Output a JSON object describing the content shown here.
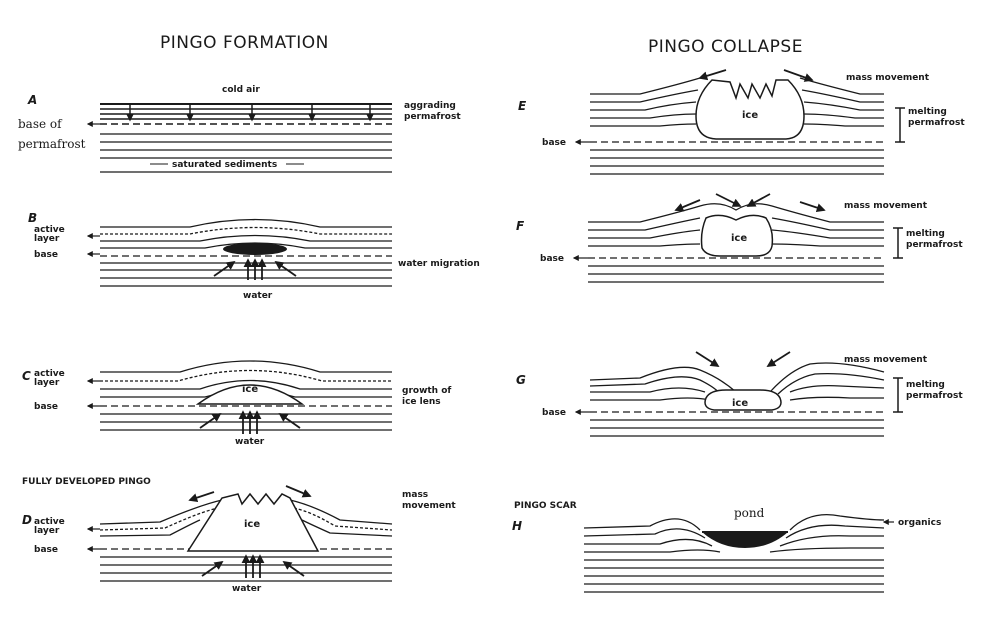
{
  "titles": {
    "formation": "PINGO FORMATION",
    "collapse": "PINGO COLLAPSE"
  },
  "panels": {
    "A": {
      "letter": "A",
      "cold_air": "cold air",
      "aggrading_1": "aggrading",
      "aggrading_2": "permafrost",
      "base_1": "base of",
      "base_2": "permafrost",
      "saturated": "saturated sediments"
    },
    "B": {
      "letter": "B",
      "active_1": "active",
      "active_2": "layer",
      "base": "base",
      "water_migration": "water migration",
      "water": "water"
    },
    "C": {
      "letter": "C",
      "active_1": "active",
      "active_2": "layer",
      "base": "base",
      "ice": "ice",
      "growth_1": "growth of",
      "growth_2": "ice lens",
      "water": "water"
    },
    "D": {
      "heading": "FULLY DEVELOPED PINGO",
      "letter": "D",
      "active_1": "active",
      "active_2": "layer",
      "base": "base",
      "ice": "ice",
      "mass_1": "mass",
      "mass_2": "movement",
      "water": "water"
    },
    "E": {
      "letter": "E",
      "mass": "mass movement",
      "melting_1": "melting",
      "melting_2": "permafrost",
      "base": "base",
      "ice": "ice"
    },
    "F": {
      "letter": "F",
      "mass": "mass movement",
      "melting_1": "melting",
      "melting_2": "permafrost",
      "base": "base",
      "ice": "ice"
    },
    "G": {
      "letter": "G",
      "mass": "mass movement",
      "melting_1": "melting",
      "melting_2": "permafrost",
      "base": "base",
      "ice": "ice"
    },
    "H": {
      "heading": "PINGO SCAR",
      "letter": "H",
      "pond": "pond",
      "organics": "organics"
    }
  }
}
